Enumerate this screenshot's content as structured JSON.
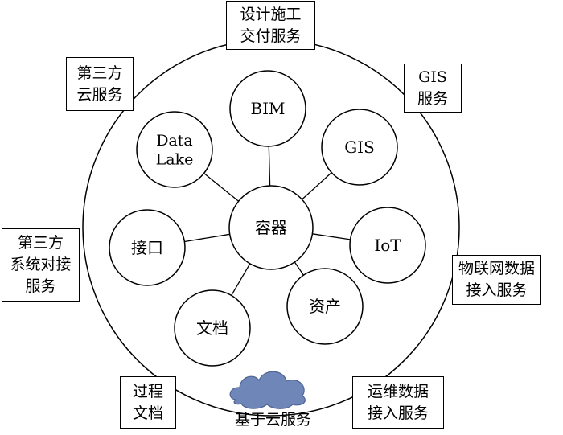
{
  "center": "容器",
  "nodes": [
    {
      "id": "bim",
      "lines": [
        "BIM"
      ]
    },
    {
      "id": "gis",
      "lines": [
        "GIS"
      ]
    },
    {
      "id": "iot",
      "lines": [
        "IoT"
      ]
    },
    {
      "id": "asset",
      "lines": [
        "资产"
      ]
    },
    {
      "id": "doc",
      "lines": [
        "文档"
      ]
    },
    {
      "id": "interface",
      "lines": [
        "接口"
      ]
    },
    {
      "id": "datalake",
      "lines": [
        "Data",
        "Lake"
      ]
    }
  ],
  "services": [
    {
      "id": "design",
      "lines": [
        "设计施工",
        "交付服务"
      ]
    },
    {
      "id": "third-cloud",
      "lines": [
        "第三方",
        "云服务"
      ]
    },
    {
      "id": "gis-service",
      "lines": [
        "GIS",
        "服务"
      ]
    },
    {
      "id": "third-system",
      "lines": [
        "第三方",
        "系统对接",
        "服务"
      ]
    },
    {
      "id": "iot-service",
      "lines": [
        "物联网数据",
        "接入服务"
      ]
    },
    {
      "id": "process-doc",
      "lines": [
        "过程",
        "文档"
      ]
    },
    {
      "id": "ops-service",
      "lines": [
        "运维数据",
        "接入服务"
      ]
    }
  ],
  "cloud_label": "基于云服务",
  "colors": {
    "cloud": "#6f86b8",
    "cloud_stroke": "#4f6595",
    "line": "#000000"
  }
}
